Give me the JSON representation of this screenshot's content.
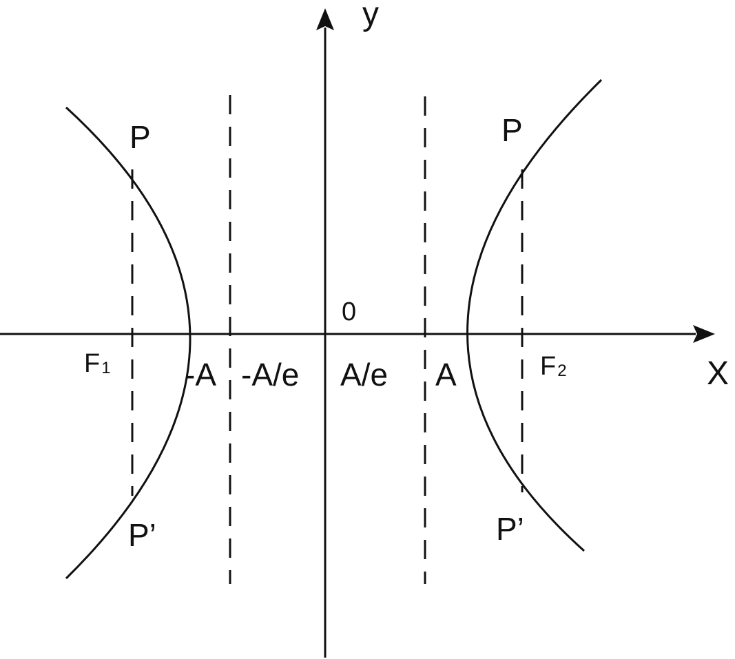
{
  "axes": {
    "x_label": "X",
    "y_label": "y",
    "origin_label": "0"
  },
  "labels": {
    "vertex_left": "-A",
    "vertex_right": "A",
    "directrix_left": "-A/e",
    "directrix_right": "A/e",
    "point_left_upper": "P",
    "point_left_lower": "P’",
    "point_right_upper": "P",
    "point_right_lower": "P’",
    "focus_left_letter": "F",
    "focus_left_sub": "1",
    "focus_right_letter": "F",
    "focus_right_sub": "2"
  },
  "colors": {
    "ink": "#111111",
    "background": "#ffffff"
  }
}
